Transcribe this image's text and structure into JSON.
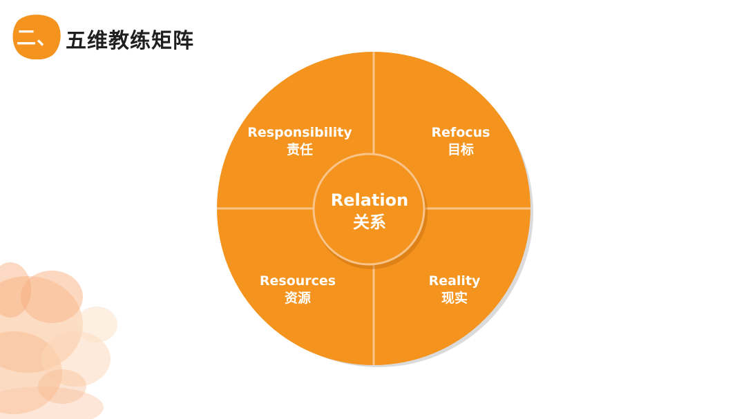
{
  "header": {
    "badge_text": "二、",
    "title": "五维教练矩阵"
  },
  "diagram": {
    "center": {
      "en": "Relation",
      "zh": "关系"
    },
    "quadrants": [
      {
        "en": "Responsibility",
        "zh": "责任"
      },
      {
        "en": "Refocus",
        "zh": "目标"
      },
      {
        "en": "Resources",
        "zh": "资源"
      },
      {
        "en": "Reality",
        "zh": "现实"
      }
    ]
  },
  "colors": {
    "primary_orange": "#F4931E",
    "shadow": "#B9B9B9",
    "divider": "#F8C27B",
    "title_text": "#1F1F1F"
  }
}
